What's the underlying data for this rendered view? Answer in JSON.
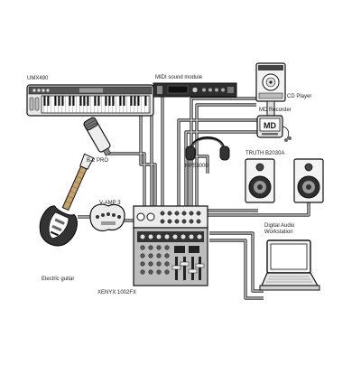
{
  "labels": {
    "keyboard": "UMX490",
    "midi_module": "MIDI sound module",
    "cd_player": "CD Player",
    "md_recorder": "MD Recorder",
    "speakers": "TRUTH B2030A",
    "headphones": "HPS3000",
    "microphone": "B-2 PRO",
    "amp_modeler": "V-AMP 3",
    "guitar": "Electric guitar",
    "mixer": "XENYX 1002FX",
    "daw_line1": "Digital Audio",
    "daw_line2": "Workstation"
  },
  "device_text": {
    "md_logo": "MD"
  },
  "colors": {
    "line": "#111111",
    "cable": "#b9b9b9",
    "fill_dark": "#3a3a3a",
    "fill_light": "#f4f4f4"
  }
}
